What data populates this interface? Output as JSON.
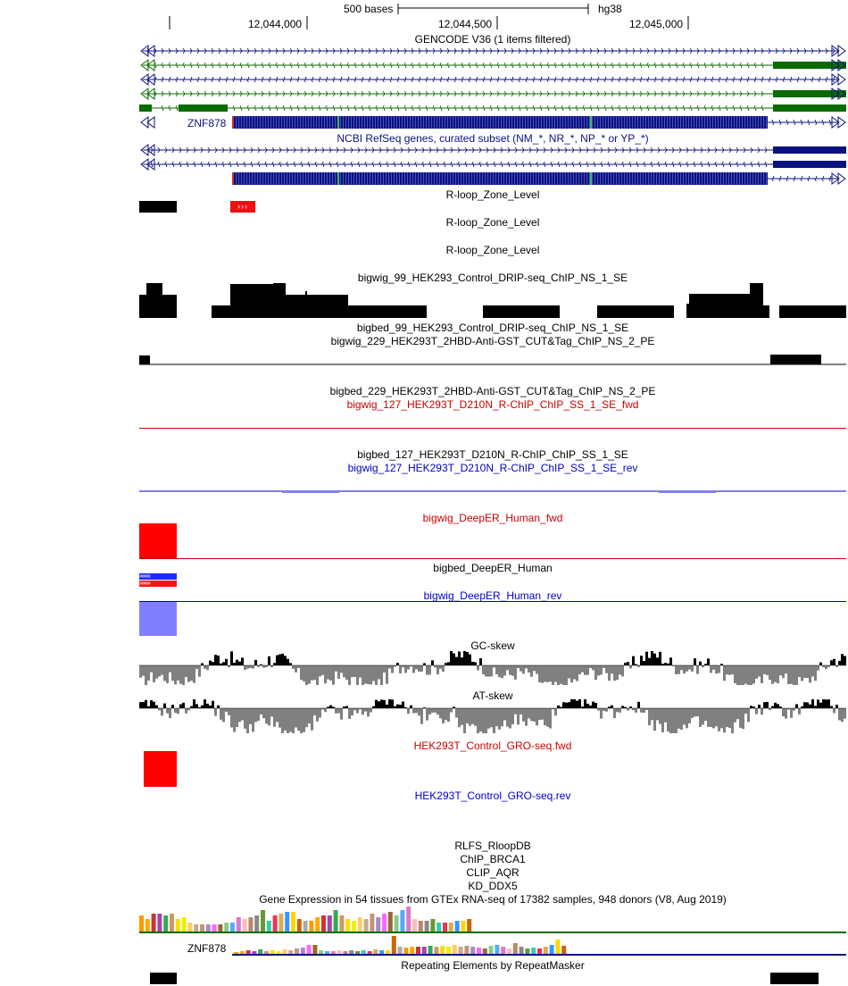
{
  "header": {
    "scale_label": "500 bases",
    "assembly": "hg38",
    "ruler_ticks": [
      "12,044,000",
      "12,044,500",
      "12,045,000"
    ]
  },
  "tracks": {
    "gencode": {
      "title": "GENCODE V36 (1 items filtered)",
      "gene_label": "ZNF878",
      "color": "#0b6a00"
    },
    "refseq": {
      "title": "NCBI RefSeq genes, curated subset (NM_*, NR_*, NP_* or YP_*)",
      "color": "#0a1280"
    },
    "rloop_zone": {
      "titles": [
        "R-loop_Zone_Level",
        "R-loop_Zone_Level",
        "R-loop_Zone_Level"
      ]
    },
    "drip_bigwig": {
      "title": "bigwig_99_HEK293_Control_DRIP-seq_ChIP_NS_1_SE"
    },
    "drip_bigbed": {
      "title": "bigbed_99_HEK293_Control_DRIP-seq_ChIP_NS_1_SE"
    },
    "cuttag_bigwig": {
      "title": "bigwig_229_HEK293T_2HBD-Anti-GST_CUT&Tag_ChIP_NS_2_PE"
    },
    "cuttag_bigbed": {
      "title": "bigbed_229_HEK293T_2HBD-Anti-GST_CUT&Tag_ChIP_NS_2_PE"
    },
    "rchip_fwd": {
      "title": "bigwig_127_HEK293T_D210N_R-ChIP_ChIP_SS_1_SE_fwd",
      "color": "#cc0000"
    },
    "rchip_bigbed": {
      "title": "bigbed_127_HEK293T_D210N_R-ChIP_ChIP_SS_1_SE"
    },
    "rchip_rev": {
      "title": "bigwig_127_HEK293T_D210N_R-ChIP_ChIP_SS_1_SE_rev",
      "color": "#0000cc"
    },
    "deeper_fwd": {
      "title": "bigwig_DeepER_Human_fwd",
      "color": "#cc0000"
    },
    "deeper_bigbed": {
      "title": "bigbed_DeepER_Human"
    },
    "deeper_rev": {
      "title": "bigwig_DeepER_Human_rev",
      "color": "#0000cc"
    },
    "gc_skew": {
      "title": "GC-skew"
    },
    "at_skew": {
      "title": "AT-skew"
    },
    "gro_fwd": {
      "title": "HEK293T_Control_GRO-seq.fwd",
      "color": "#cc0000"
    },
    "gro_rev": {
      "title": "HEK293T_Control_GRO-seq.rev",
      "color": "#0000cc"
    },
    "rlfs": {
      "title": "RLFS_RloopDB"
    },
    "chip_brca1": {
      "title": "ChIP_BRCA1"
    },
    "clip_aqr": {
      "title": "CLIP_AQR"
    },
    "kd_ddx5": {
      "title": "KD_DDX5"
    },
    "gtex": {
      "title": "Gene Expression in 54 tissues from GTEx RNA-seq of 17382 samples, 948 donors (V8, Aug 2019)",
      "gene_label": "ZNF878"
    },
    "repeatmasker": {
      "title": "Repeating Elements by RepeatMasker"
    }
  }
}
